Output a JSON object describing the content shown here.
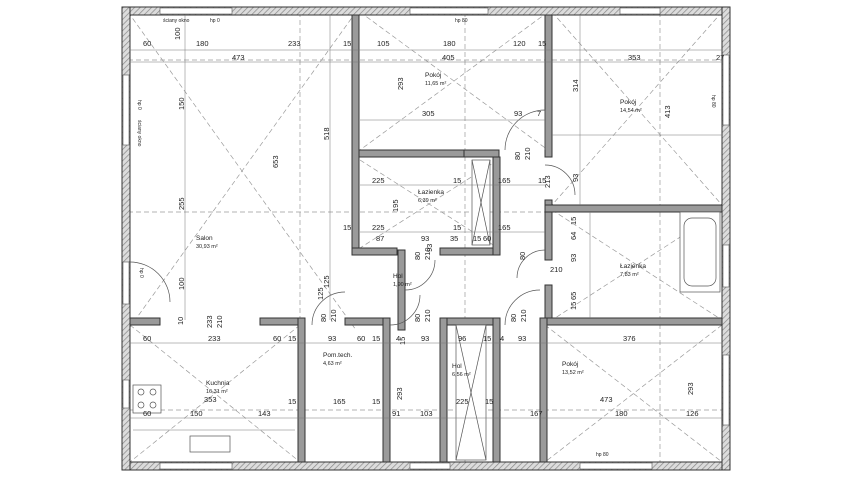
{
  "rooms": [
    {
      "name": "Salon",
      "area": "30,93 m²"
    },
    {
      "name": "Pokój",
      "area": "11,65 m²"
    },
    {
      "name": "Pokój",
      "area": "14,54 m²"
    },
    {
      "name": "Łazienka",
      "area": "6,39 m²"
    },
    {
      "name": "Łazienka",
      "area": "7,83 m²"
    },
    {
      "name": "Hol",
      "area": "1,90 m²"
    },
    {
      "name": "Kuchnia",
      "area": "16,31 m²"
    },
    {
      "name": "Pom.tech.",
      "area": "4,63 m²"
    },
    {
      "name": "Hol",
      "area": "6,56 m²"
    },
    {
      "name": "Pokój",
      "area": "13,52 m²"
    }
  ],
  "notes": [
    "ściany okno",
    "hp 0",
    "hp 80",
    "hp 0",
    "ściany okno",
    "hp 80",
    "hp 0",
    "hp 80"
  ],
  "dims": {
    "top_row_1": [
      "60",
      "100",
      "180",
      "233",
      "15",
      "105",
      "180",
      "120",
      "15"
    ],
    "top_row_2": [
      "473",
      "405",
      "353",
      "27"
    ],
    "salon_v": [
      "150",
      "255",
      "100",
      "653",
      "518",
      "125"
    ],
    "pokoj1": [
      "293",
      "305",
      "93",
      "7",
      "80",
      "210"
    ],
    "pokoj2": [
      "314",
      "413",
      "93",
      "213"
    ],
    "laz1": [
      "225",
      "15",
      "165",
      "15",
      "195",
      "15"
    ],
    "laz1_b": [
      "87",
      "93",
      "35",
      "15",
      "60",
      "225",
      "165",
      "15"
    ],
    "laz2": [
      "93",
      "15",
      "64",
      "15",
      "80",
      "210",
      "93",
      "65"
    ],
    "hol": [
      "125",
      "10",
      "233",
      "210"
    ],
    "mid_row": [
      "60",
      "233",
      "60",
      "15",
      "93",
      "60",
      "15",
      "4",
      "93",
      "96",
      "15",
      "4",
      "93",
      "376"
    ],
    "mid_small": [
      "15",
      "80",
      "210",
      "80",
      "210",
      "80",
      "210",
      "80",
      "210"
    ],
    "kuchnia": [
      "353",
      "60",
      "150",
      "143",
      "15",
      "165",
      "15"
    ],
    "hol2": [
      "293",
      "91",
      "103",
      "225",
      "15",
      "167",
      "180",
      "126",
      "473"
    ],
    "pom": [
      "293"
    ],
    "pokoj3": [
      "293"
    ]
  }
}
